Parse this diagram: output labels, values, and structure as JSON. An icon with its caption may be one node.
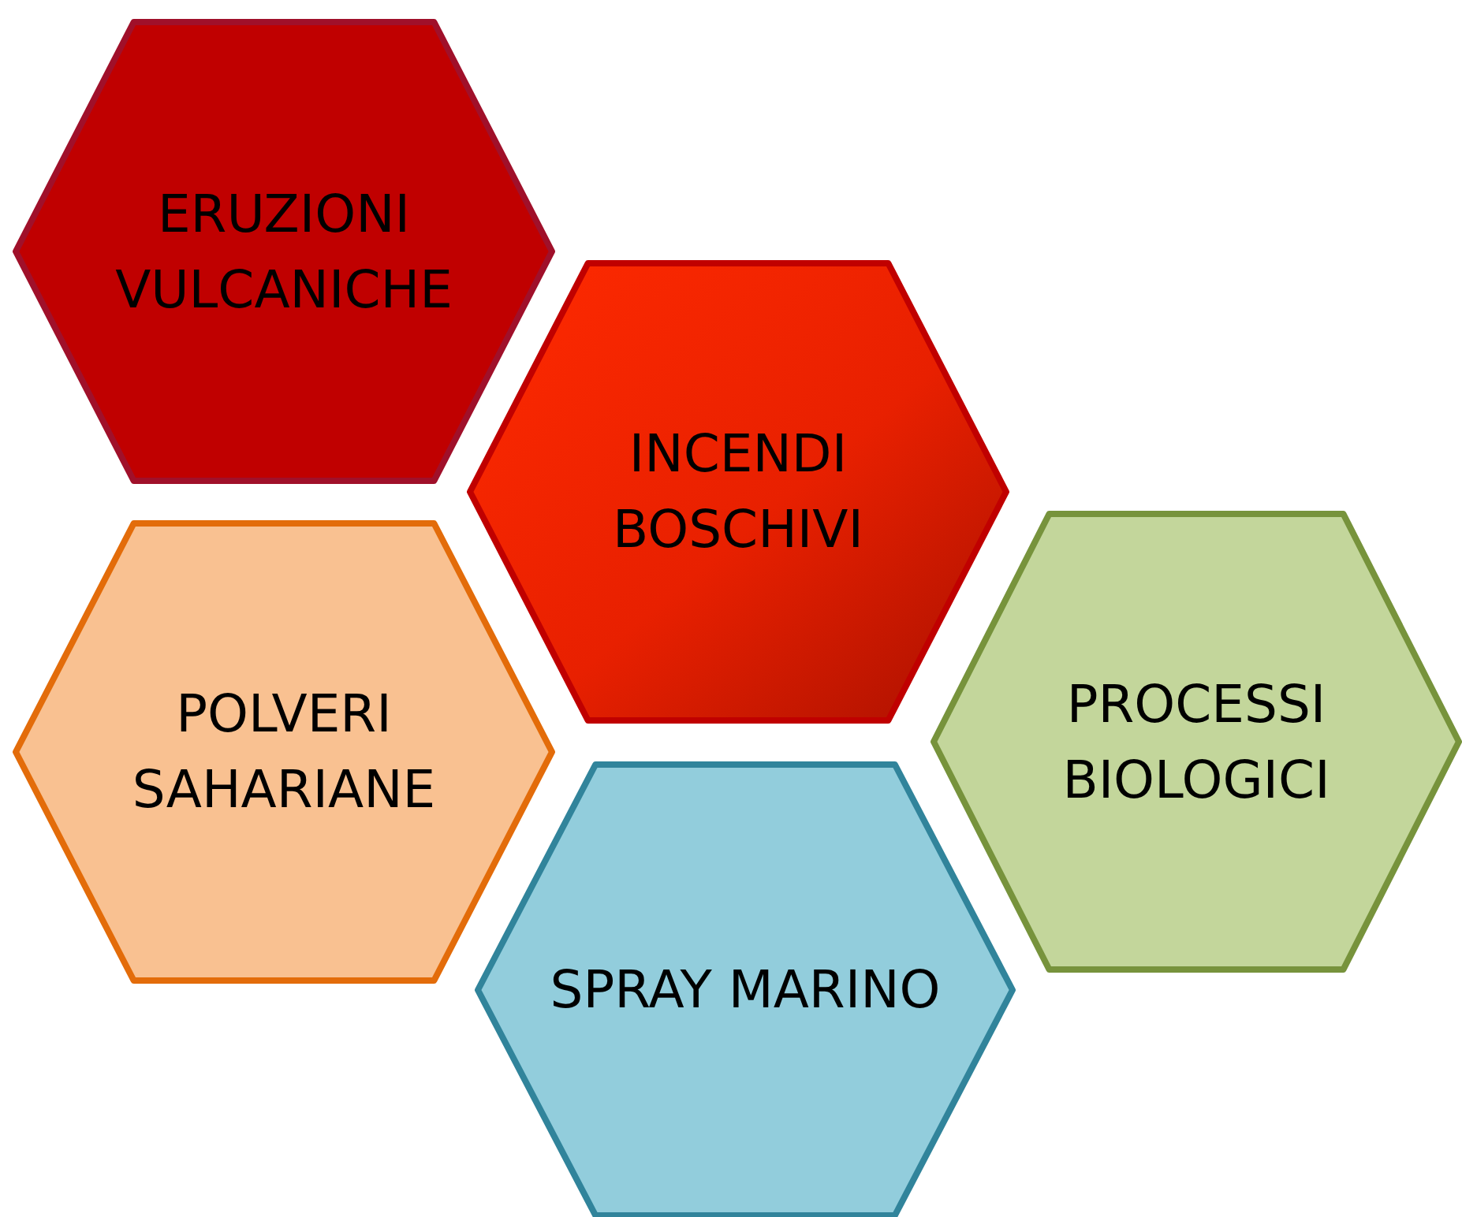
{
  "diagram": {
    "nodes": [
      {
        "text": [
          "ERUZIONI VULCANICHE"
        ]
      },
      {
        "text": [
          "INCENDI BOSCHIVI"
        ]
      },
      {
        "text": [
          "POLVERI SAHARIANE"
        ]
      },
      {
        "text": [
          "PROCESSI BIOLOGICI"
        ]
      },
      {
        "text": [
          "SPRAY MARINO"
        ]
      }
    ]
  }
}
